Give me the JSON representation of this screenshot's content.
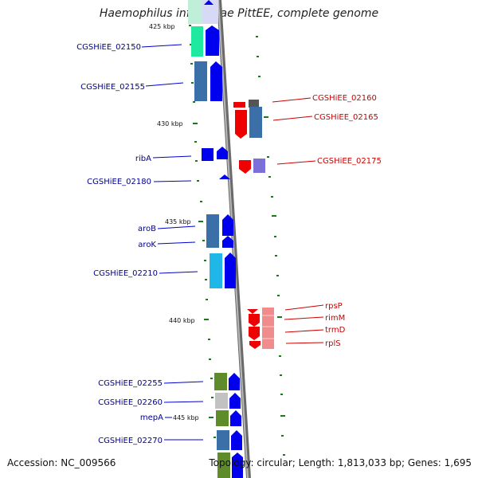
{
  "title": "Haemophilus influenzae PittEE, complete genome",
  "footer": {
    "accession": "Accession: NC_009566",
    "summary": "Topology: circular; Length: 1,813,033 bp; Genes: 1,695"
  },
  "kbp_labels": [
    "425 kbp",
    "430 kbp",
    "435 kbp",
    "440 kbp",
    "445 kbp"
  ],
  "genes_left": [
    "CGSHiEE_02150",
    "CGSHiEE_02155",
    "ribA",
    "CGSHiEE_02180",
    "aroB",
    "aroK",
    "CGSHiEE_02210",
    "CGSHiEE_02255",
    "CGSHiEE_02260",
    "mepA",
    "CGSHiEE_02270"
  ],
  "genes_right": [
    "CGSHiEE_02160",
    "CGSHiEE_02165",
    "CGSHiEE_02175",
    "rpsP",
    "rimM",
    "trmD",
    "rplS"
  ],
  "colors": {
    "left_label": "#00008b",
    "right_label": "#cc0000",
    "forward_gene": "#0000ee",
    "reverse_gene": "#ee0000",
    "backbone": "#8a8a8a",
    "tick": "#1a7a1a"
  }
}
